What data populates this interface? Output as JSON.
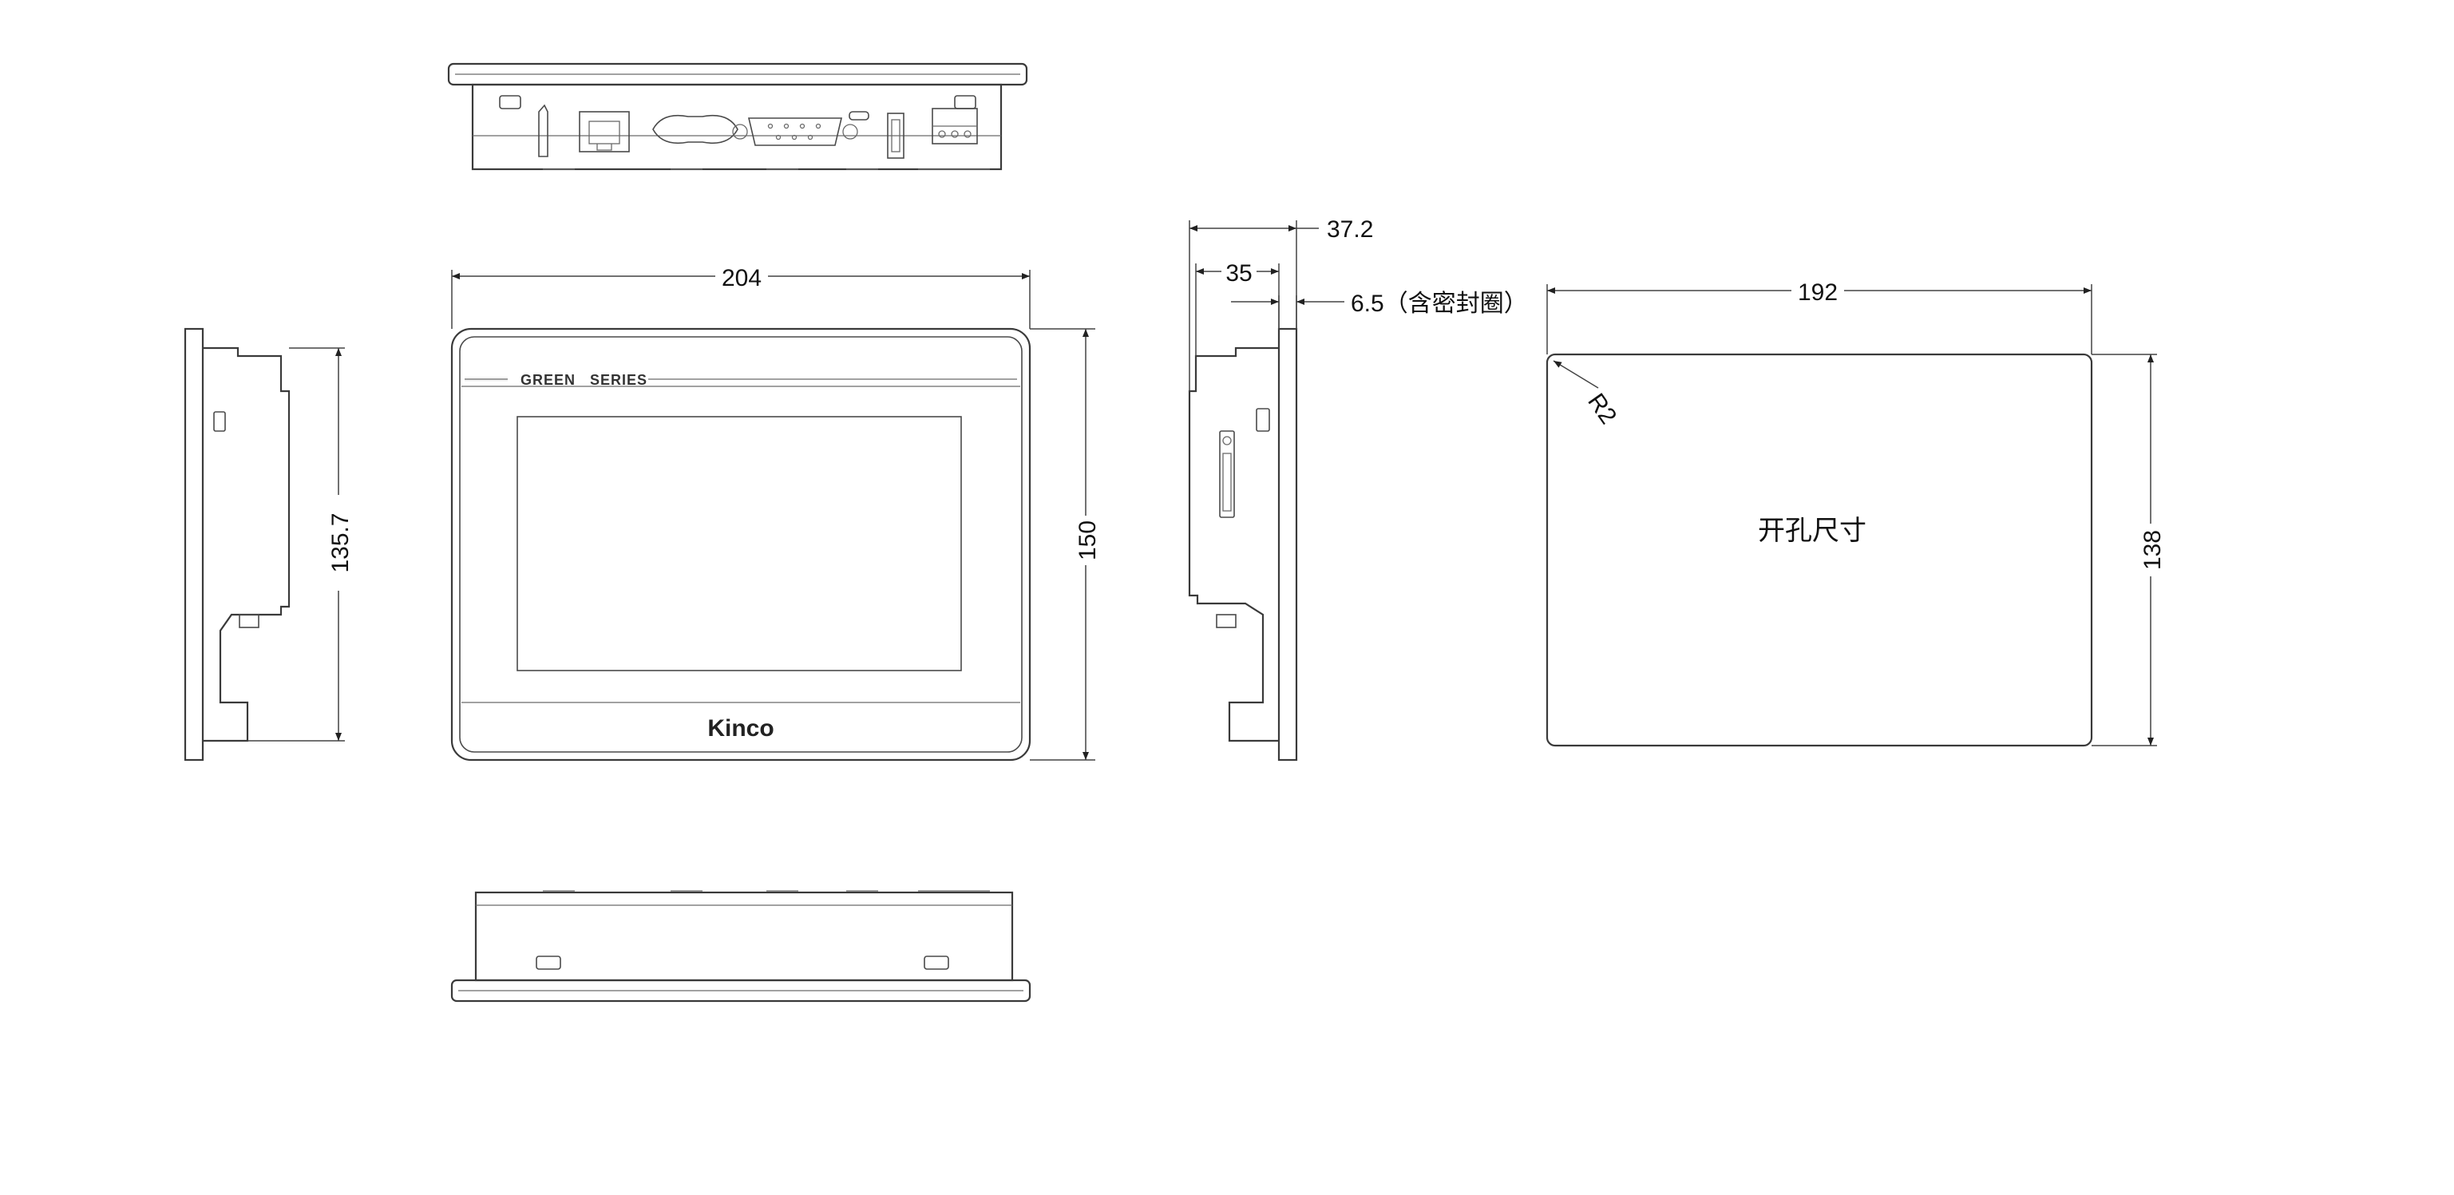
{
  "device": {
    "brand_logo": "Kinco",
    "series_label": "GREEN   SERIES"
  },
  "dimensions": {
    "front_width": "204",
    "front_height": "150",
    "side_height": "135.7",
    "depth_total": "37.2",
    "depth_body": "35",
    "panel_thickness": "6.5（含密封圈）",
    "cutout_width": "192",
    "cutout_height": "138",
    "corner_radius": "R2"
  },
  "cutout": {
    "label": "开孔尺寸"
  }
}
